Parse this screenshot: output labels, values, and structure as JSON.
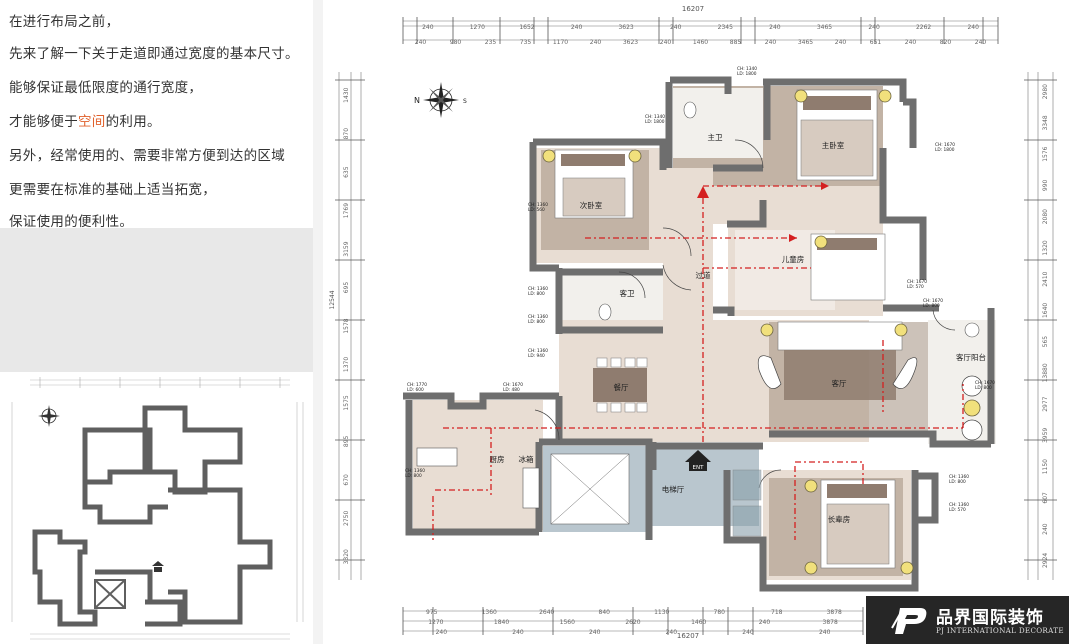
{
  "intro": {
    "lines": [
      "在进行布局之前，",
      "先来了解一下关于走道即通过宽度的基本尺寸。",
      "能够保证最低限度的通行宽度，",
      "才能够便于",
      "的利用。",
      "另外，经常使用的、需要非常方便到达的区域",
      "更需要在标准的基础上适当拓宽，",
      "保证使用的便利性。"
    ],
    "highlight": "空间",
    "highlight_color": "#e0612c"
  },
  "plan": {
    "overall_width": "16207",
    "overall_depth": "12544",
    "top_dims_row1": [
      "240",
      "1270",
      "1652",
      "240",
      "3623",
      "240",
      "2345",
      "240",
      "3465",
      "240",
      "2262",
      "240"
    ],
    "top_dims_row2": [
      "240",
      "980",
      "235",
      "735",
      "1170",
      "240",
      "3623",
      "240",
      "1460",
      "885",
      "240",
      "3465",
      "240",
      "651",
      "240",
      "820",
      "240"
    ],
    "bottom_dims_row1": [
      "975",
      "1360",
      "2640",
      "840",
      "1130",
      "780",
      "718",
      "3878"
    ],
    "bottom_dims_row2": [
      "1270",
      "1840",
      "1560",
      "2620",
      "1460",
      "240",
      "3878"
    ],
    "bottom_dims_row3": [
      "240",
      "240",
      "240",
      "240",
      "240",
      "240"
    ],
    "left_dims": [
      "1430",
      "870",
      "635",
      "1769",
      "3159",
      "695",
      "1578",
      "1370",
      "1575",
      "895",
      "670",
      "2750",
      "3320"
    ],
    "right_dims": [
      "2980",
      "3348",
      "1576",
      "990",
      "2080",
      "1320",
      "2410",
      "1640",
      "565",
      "13880",
      "2977",
      "3959",
      "1150",
      "607",
      "240",
      "2924"
    ],
    "rooms": {
      "master_bedroom": "主卧室",
      "second_bedroom": "次卧室",
      "master_bath": "主卫",
      "guest_bath": "客卫",
      "corridor": "过道",
      "kids_room": "儿童房",
      "dining": "餐厅",
      "living": "客厅",
      "living_balcony": "客厅阳台",
      "kitchen": "厨房",
      "fridge": "冰箱",
      "elevator_hall": "电梯厅",
      "elder_room": "长辈房"
    },
    "window_tags": [
      {
        "ch": "CH: 1340",
        "ld": "LD: 1800"
      },
      {
        "ch": "CH: 1340",
        "ld": "LD: 1800"
      },
      {
        "ch": "CH: 1670",
        "ld": "LD: 1800"
      },
      {
        "ch": "CH: 1360",
        "ld": "LD: 560"
      },
      {
        "ch": "CH: 1670",
        "ld": "LD: 570"
      },
      {
        "ch": "CH: 1360",
        "ld": "LD: 800"
      },
      {
        "ch": "CH: 1360",
        "ld": "LD: 800"
      },
      {
        "ch": "CH: 1670",
        "ld": "LD: 800"
      },
      {
        "ch": "CH: 1360",
        "ld": "LD: 940"
      },
      {
        "ch": "CH: 1770",
        "ld": "LD: 600"
      },
      {
        "ch": "CH: 1670",
        "ld": "LD: 480"
      },
      {
        "ch": "CH: 1670",
        "ld": "LD: 800"
      },
      {
        "ch": "CH: 1360",
        "ld": "LD: 800"
      },
      {
        "ch": "CH: 1360",
        "ld": "LD: 800"
      },
      {
        "ch": "CH: 1360",
        "ld": "LD: 570"
      }
    ],
    "entry_label": "ENT",
    "compass_letters": {
      "n": "N",
      "s": "S"
    }
  },
  "colors": {
    "wall": "#6e6e6e",
    "floor_warm": "#e8ddd3",
    "floor_dark": "#a28f80",
    "floor_bath": "#f2f0ec",
    "furniture": "#8f7c6f",
    "lamp": "#f1e07c",
    "flow_arrow": "#d42020",
    "elevator": "#b9c6ce",
    "brand_bg": "#262626",
    "text": "#333333",
    "highlight": "#e0612c"
  },
  "brand": {
    "name_cn": "品界国际装饰",
    "name_en": "PJ INTERNATIONAL DECORATE",
    "logo_icon": "pj-logo-icon"
  }
}
